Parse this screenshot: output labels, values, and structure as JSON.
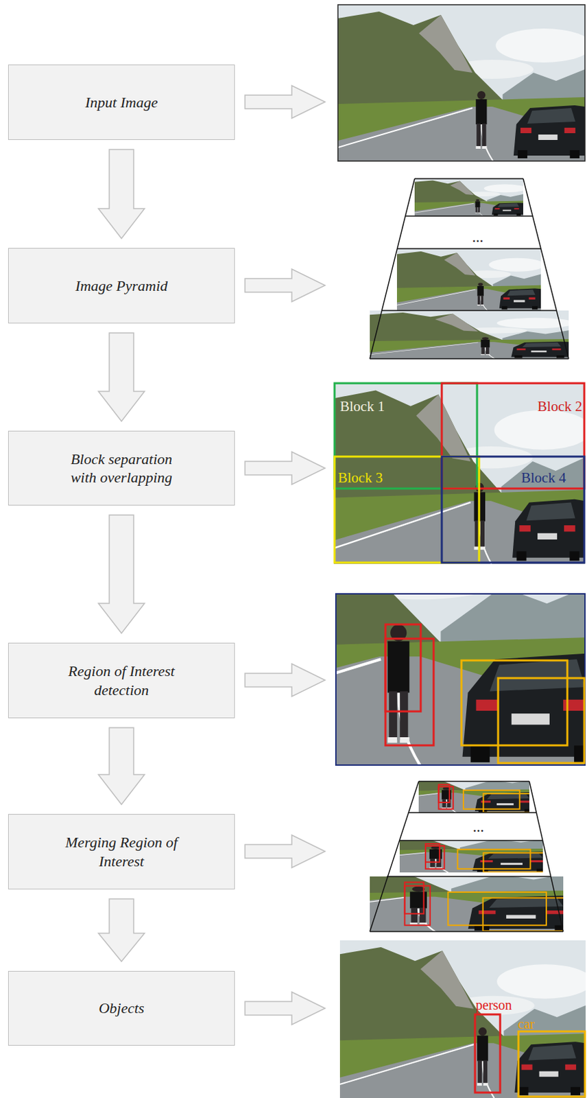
{
  "diagram": {
    "nodes": [
      {
        "text": [
          "Input Image"
        ]
      },
      {
        "text": [
          "Image Pyramid"
        ]
      },
      {
        "text": [
          "Block separation with overlapping"
        ]
      },
      {
        "text": [
          "Region of Interest detection"
        ]
      },
      {
        "text": [
          "Merging Region of Interest"
        ]
      },
      {
        "text": [
          "Objects"
        ]
      }
    ],
    "edges": [
      {
        "from": 0,
        "to": 1,
        "arrow": "to"
      },
      {
        "from": 1,
        "to": 2,
        "arrow": "to"
      },
      {
        "from": 2,
        "to": 3,
        "arrow": "to"
      },
      {
        "from": 3,
        "to": 4,
        "arrow": "to"
      },
      {
        "from": 4,
        "to": 5,
        "arrow": "to"
      }
    ],
    "labels": [
      "Block 1",
      "Block 2",
      "Block 3",
      "Block 4",
      "...",
      "...",
      "person",
      "car"
    ]
  }
}
